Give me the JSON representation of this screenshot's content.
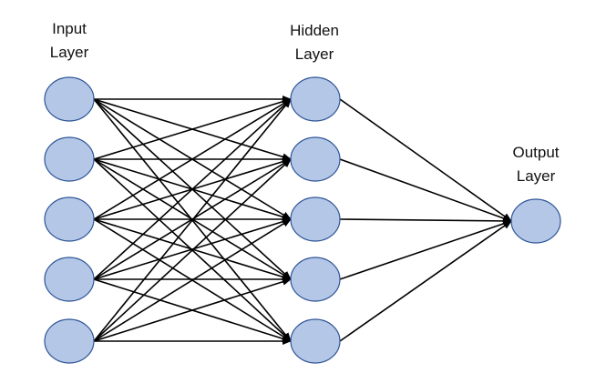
{
  "layers": {
    "input": {
      "label_line1": "Input",
      "label_line2": "Layer",
      "nodes": 5
    },
    "hidden": {
      "label_line1": "Hidden",
      "label_line2": "Layer",
      "nodes": 5
    },
    "output": {
      "label_line1": "Output",
      "label_line2": "Layer",
      "nodes": 1
    }
  },
  "colors": {
    "node_fill": "#b4c7e7",
    "node_stroke": "#2f5597",
    "edge": "#000000"
  }
}
